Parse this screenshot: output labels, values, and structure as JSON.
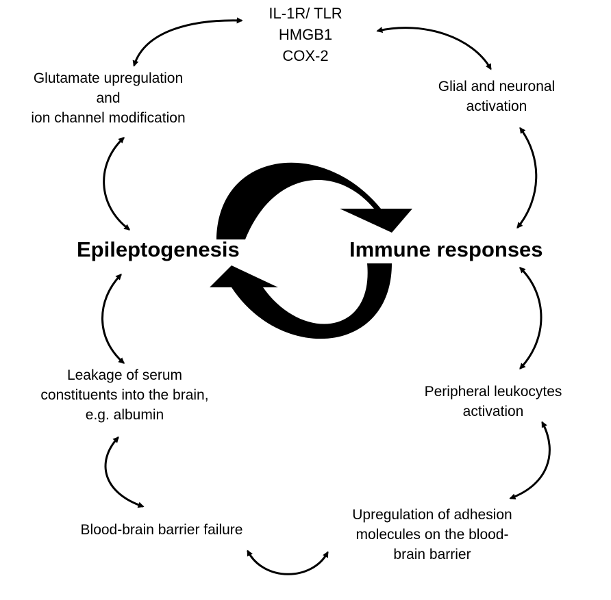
{
  "center": {
    "left_label": "Epileptogenesis",
    "right_label": "Immune responses"
  },
  "nodes": {
    "top_mediators": {
      "lines": [
        "IL-1R/ TLR",
        "HMGB1",
        "COX-2"
      ]
    },
    "glutamate": {
      "lines": [
        "Glutamate upregulation",
        "and",
        "ion channel modification"
      ]
    },
    "glial": {
      "lines": [
        "Glial and neuronal",
        "activation"
      ]
    },
    "leakage": {
      "lines": [
        "Leakage of serum",
        "constituents into the brain,",
        "e.g. albumin"
      ]
    },
    "leukocytes": {
      "lines": [
        "Peripheral leukocytes",
        "activation"
      ]
    },
    "bbb_failure": {
      "lines": [
        "Blood-brain barrier failure"
      ]
    },
    "adhesion": {
      "lines": [
        "Upregulation of adhesion",
        "molecules on the blood-",
        "brain barrier"
      ]
    }
  },
  "colors": {
    "ink": "#000000",
    "background": "#ffffff"
  },
  "icons": {
    "cycle_arrow_top": "curved-arrow-right-icon",
    "cycle_arrow_bottom": "curved-arrow-left-icon",
    "connector": "double-headed-curved-arrow-icon"
  }
}
